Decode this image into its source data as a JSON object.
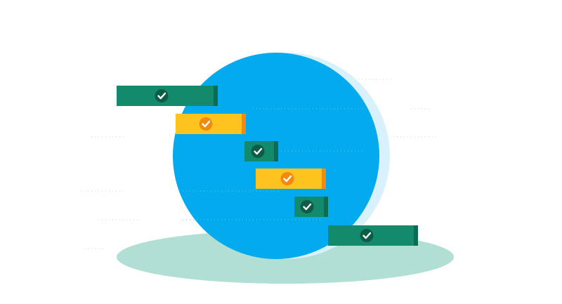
{
  "colors": {
    "background": "#ffffff",
    "shadow": "#b2dfd3",
    "circle_main": "#03aaee",
    "circle_back": "#d8f1fd",
    "dots": "#c9d3db",
    "green_bar": "#138a6c",
    "green_bar_side": "#0c6b53",
    "green_check_bg": "#0e5b47",
    "yellow_bar": "#fdc31e",
    "yellow_bar_side": "#f08a10",
    "yellow_check_bg": "#f08a10",
    "check_mark": "#ffffff"
  },
  "tasks": [
    {
      "status": "complete",
      "variant": "green",
      "icon": "check-icon"
    },
    {
      "status": "complete",
      "variant": "yellow",
      "icon": "check-icon"
    },
    {
      "status": "complete",
      "variant": "green",
      "icon": "check-icon"
    },
    {
      "status": "complete",
      "variant": "yellow",
      "icon": "check-icon"
    },
    {
      "status": "complete",
      "variant": "green",
      "icon": "check-icon"
    },
    {
      "status": "complete",
      "variant": "green",
      "icon": "check-icon"
    }
  ]
}
